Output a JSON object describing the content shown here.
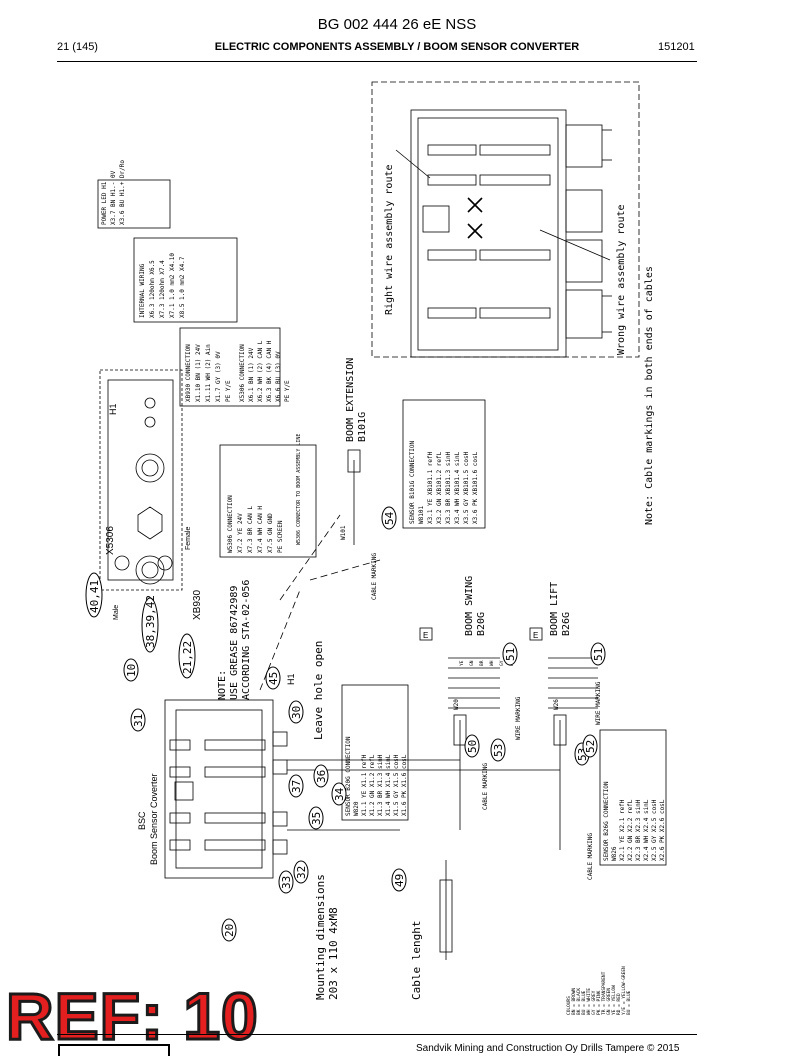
{
  "header": {
    "doc_id": "BG 002 444 26 eE NSS",
    "page": "21 (145)",
    "section": "ELECTRIC COMPONENTS ASSEMBLY / BOOM SENSOR CONVERTER",
    "code": "151201"
  },
  "stamp": "REF: 10",
  "footer": {
    "copyright": "Sandvik Mining and Construction Oy Drills Tampere © 2015"
  },
  "drawing": {
    "bsc_abbr": "BSC",
    "bsc_name": "Boom Sensor Coverter",
    "mounting_title": "Mounting dimensions",
    "mounting_dims": "203 x 110   4xM8",
    "cable_lenght": "Cable lenght",
    "leave_hole": "Leave hole open",
    "note_title": "NOTE:",
    "note_line1": "USE GREASE 86742989",
    "note_line2": "ACCORDING STA-02-056",
    "x5306": "X5306",
    "xb930": "XB930",
    "male": "Male",
    "female": "Female",
    "h1_top": "H1",
    "h1_lower": "H1",
    "boom_ext_1": "BOOM EXTENSION",
    "boom_ext_2": "B101G",
    "boom_swing_1": "BOOM SWING",
    "boom_swing_2": "B20G",
    "boom_lift_1": "BOOM LIFT",
    "boom_lift_2": "B26G",
    "e_mark_1": "E",
    "e_mark_2": "E",
    "cable_marking_1": "CABLE MARKING",
    "cable_marking_2": "CABLE MARKING",
    "cable_marking_3": "CABLE MARKING",
    "wire_marking_1": "WIRE MARKING",
    "wire_marking_2": "WIRE MARKING",
    "w101": "W101",
    "w20": "W20",
    "w26": "W26",
    "right_route": "Right wire assembly route",
    "wrong_route": "Wrong wire assembly route",
    "cable_note": "Note: Cable markings in both ends of cables",
    "w5306_title": "W5306 CONNECTOR TO BOOM ASSEMBLY LINE",
    "power_led": [
      "POWER LED H1",
      "X3.7    BN  H1.-   0V",
      "X3.6    BU  H1.+   Dr/Ro"
    ],
    "internal_wiring": [
      "INTERNAL WIRING",
      "X6.3   120ohm   X6.5",
      "X7.3   120ohm   X7.4",
      "X7.1   1.0 mm2  X4.10",
      "X8.5   1.0 mm2  X4.7"
    ],
    "xb930_conn": [
      "XB930 CONNECTION",
      "X1.10    BN (1)    24V",
      "X1.11    WH (2)    Ain",
      "X1.7     GY (3)    0V",
      "PE       Y/E"
    ],
    "x5306_conn": [
      "X5306 CONNECTION",
      "X6.1    BN (1)    24V",
      "X6.2    WH (2)    CAN L",
      "X6.3    BK (4)    CAN H",
      "X6.6    BU (3)    0V",
      "PE      Y/E"
    ],
    "w5306_conn": [
      "W5306 CONNECTION",
      "X7.2    YE    24V",
      "X7.3    BR    CAN L",
      "X7.4    WH    CAN H",
      "X7.5    GN    GND",
      "PE      SCREEN"
    ],
    "b101g_conn": [
      "SENSOR B101G CONNECTION",
      "W8101",
      "X3.1   YE    XB101.1   refH",
      "X3.2   GN    XB101.2   refL",
      "X3.3   BR    XB101.3   sinH",
      "X3.4   WH    XB101.4   sinL",
      "X3.5   GY    XB101.5   cosH",
      "X3.6   PK    XB101.6   cosL"
    ],
    "b20g_conn": [
      "SENSOR B20G CONNECTION",
      "W820",
      "X1.1   YE    X1.1   refH",
      "X1.2   GN    X1.2   refL",
      "X1.3   BR    X1.3   sinH",
      "X1.4   WH    X1.4   sinL",
      "X1.5   GY    X1.5   cosH",
      "X1.6   PK    X1.6   cosL"
    ],
    "b26g_conn": [
      "SENSOR B26G CONNECTION",
      "W826",
      "X2.1   YE    X2.1   refH",
      "X2.2   GN    X2.2   refL",
      "X2.3   BR    X2.3   sinH",
      "X2.4   WH    X2.4   sinL",
      "X2.5   GY    X2.5   cosH",
      "X2.6   PK    X2.6   cosL"
    ],
    "colours": [
      "COLOURS",
      "BN = BROWN",
      "BK = BLACK",
      "BU = BLUE",
      "WH = WHITE",
      "GY = GREY",
      "PK = PINK",
      "TR = TRANSPARENT",
      "GN = GREEN",
      "YE = YELLOW",
      "RD = RED",
      "Y/E = YELLOW-GREEN",
      "BU = BLUE"
    ],
    "wire_codes": [
      "YE",
      "GN",
      "BR",
      "WH",
      "GY",
      "PK"
    ],
    "balloons": {
      "b20": "20",
      "b10": "10",
      "b31": "31",
      "b21": "21,22",
      "b40": "40,41",
      "b38": "38,39,42",
      "b45": "45",
      "b30": "30",
      "b36": "36",
      "b37": "37",
      "b34": "34",
      "b35": "35",
      "b32": "32",
      "b33": "33",
      "b49": "49",
      "b54": "54",
      "b53a": "53",
      "b50": "50",
      "b51a": "51",
      "b53b": "53",
      "b52": "52",
      "b51b": "51"
    }
  }
}
